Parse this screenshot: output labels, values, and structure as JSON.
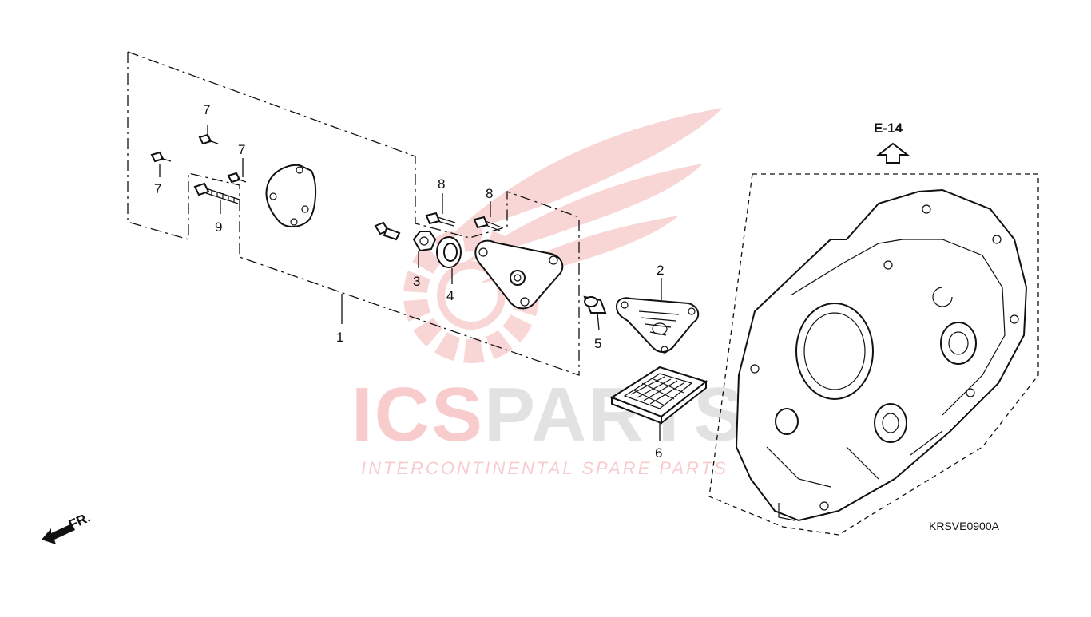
{
  "diagram": {
    "callouts": [
      {
        "id": "c1",
        "label": "1"
      },
      {
        "id": "c2",
        "label": "2"
      },
      {
        "id": "c3",
        "label": "3"
      },
      {
        "id": "c4",
        "label": "4"
      },
      {
        "id": "c5",
        "label": "5"
      },
      {
        "id": "c6",
        "label": "6"
      },
      {
        "id": "c7a",
        "label": "7"
      },
      {
        "id": "c7b",
        "label": "7"
      },
      {
        "id": "c7c",
        "label": "7"
      },
      {
        "id": "c8a",
        "label": "8"
      },
      {
        "id": "c8b",
        "label": "8"
      },
      {
        "id": "c9",
        "label": "9"
      }
    ],
    "reference": "E-14",
    "drawing_code": "KRSVE0900A",
    "front_label": "FR."
  },
  "watermark": {
    "brand": "ICSPARTS",
    "brand_primary": "ICS",
    "brand_secondary": "PARTS",
    "tagline": "INTERCONTINENTAL SPARE PARTS",
    "primary_color": "#e8474b",
    "secondary_color": "#c9c9c9"
  }
}
